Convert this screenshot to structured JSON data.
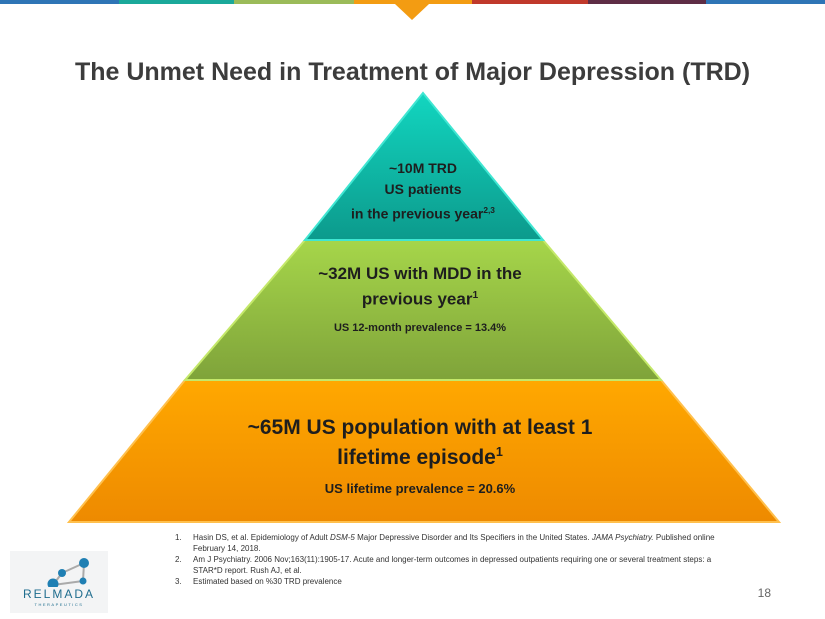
{
  "colors": {
    "blue": "#2e75b6",
    "teal": "#1aa99a",
    "green": "#9bbb59",
    "orange": "#f39c12",
    "red": "#c0392b",
    "purple": "#5e2d45"
  },
  "title": "The Unmet Need in Treatment of Major Depression (TRD)",
  "pyramid": {
    "top": {
      "line1": "~10M TRD",
      "line2": "US patients",
      "line3": "in the previous year",
      "sup": "2,3"
    },
    "middle": {
      "line1": "~32M US with MDD in the",
      "line2": "previous year",
      "sup": "1",
      "sub": "US 12-month prevalence = 13.4%"
    },
    "bottom": {
      "line1": "~65M US population with at least 1",
      "line2": "lifetime episode",
      "sup": "1",
      "sub": "US lifetime prevalence = 20.6%"
    }
  },
  "footnotes": [
    {
      "num": "1.",
      "a": "Hasin DS, et al. Epidemiology of Adult ",
      "i1": "DSM-5",
      "b": " Major Depressive Disorder and Its Specifiers in the United States.  ",
      "i2": "JAMA Psychiatry.",
      "c": " Published online February 14, 2018."
    },
    {
      "num": "2.",
      "text": "Am J Psychiatry. 2006 Nov;163(11):1905-17. Acute and longer-term outcomes in depressed outpatients requiring one or several treatment steps: a STAR*D report. Rush AJ, et al."
    },
    {
      "num": "3.",
      "text": "Estimated based on %30 TRD prevalence"
    }
  ],
  "page_number": "18",
  "logo": {
    "name": "RELMADA",
    "sub": "THERAPEUTICS"
  }
}
